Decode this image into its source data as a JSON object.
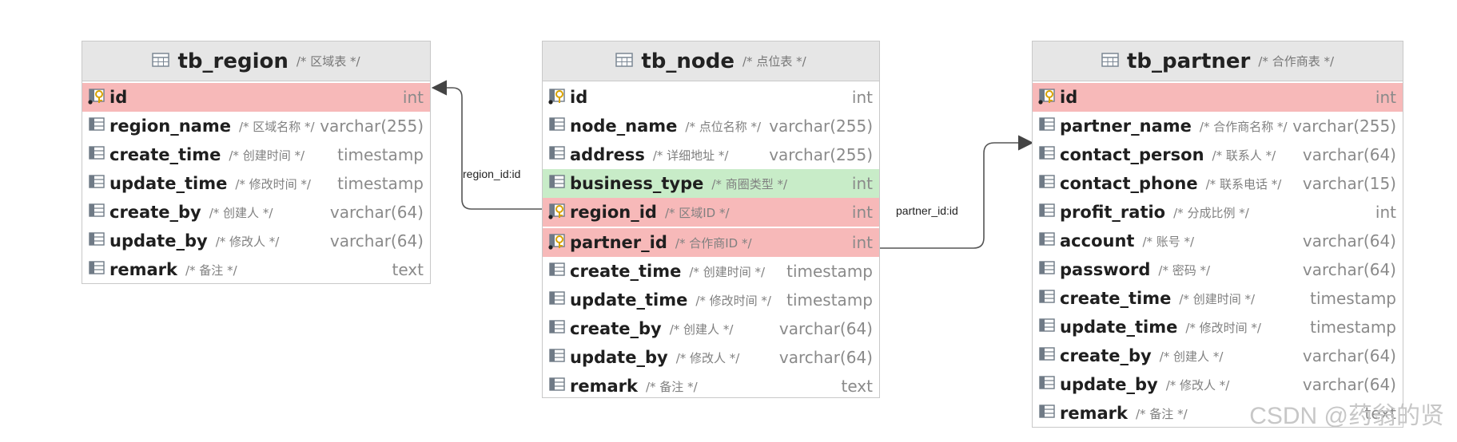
{
  "tables": {
    "region": {
      "name": "tb_region",
      "comment": "/* 区域表 */",
      "columns": [
        {
          "name": "id",
          "comment": "",
          "type": "int",
          "kind": "pk"
        },
        {
          "name": "region_name",
          "comment": "/* 区域名称 */",
          "type": "varchar(255)",
          "kind": "col"
        },
        {
          "name": "create_time",
          "comment": "/* 创建时间 */",
          "type": "timestamp",
          "kind": "col"
        },
        {
          "name": "update_time",
          "comment": "/* 修改时间 */",
          "type": "timestamp",
          "kind": "col"
        },
        {
          "name": "create_by",
          "comment": "/* 创建人 */",
          "type": "varchar(64)",
          "kind": "col"
        },
        {
          "name": "update_by",
          "comment": "/* 修改人 */",
          "type": "varchar(64)",
          "kind": "col"
        },
        {
          "name": "remark",
          "comment": "/* 备注 */",
          "type": "text",
          "kind": "col"
        }
      ]
    },
    "node": {
      "name": "tb_node",
      "comment": "/* 点位表 */",
      "columns": [
        {
          "name": "id",
          "comment": "",
          "type": "int",
          "kind": "pk-plain"
        },
        {
          "name": "node_name",
          "comment": "/* 点位名称 */",
          "type": "varchar(255)",
          "kind": "col"
        },
        {
          "name": "address",
          "comment": "/* 详细地址 */",
          "type": "varchar(255)",
          "kind": "col"
        },
        {
          "name": "business_type",
          "comment": "/* 商圈类型 */",
          "type": "int",
          "kind": "green"
        },
        {
          "name": "region_id",
          "comment": "/* 区域ID */",
          "type": "int",
          "kind": "fk"
        },
        {
          "name": "partner_id",
          "comment": "/* 合作商ID */",
          "type": "int",
          "kind": "fk"
        },
        {
          "name": "create_time",
          "comment": "/* 创建时间 */",
          "type": "timestamp",
          "kind": "col"
        },
        {
          "name": "update_time",
          "comment": "/* 修改时间 */",
          "type": "timestamp",
          "kind": "col"
        },
        {
          "name": "create_by",
          "comment": "/* 创建人 */",
          "type": "varchar(64)",
          "kind": "col"
        },
        {
          "name": "update_by",
          "comment": "/* 修改人 */",
          "type": "varchar(64)",
          "kind": "col"
        },
        {
          "name": "remark",
          "comment": "/* 备注 */",
          "type": "text",
          "kind": "col"
        }
      ]
    },
    "partner": {
      "name": "tb_partner",
      "comment": "/* 合作商表 */",
      "columns": [
        {
          "name": "id",
          "comment": "",
          "type": "int",
          "kind": "pk"
        },
        {
          "name": "partner_name",
          "comment": "/* 合作商名称 */",
          "type": "varchar(255)",
          "kind": "col"
        },
        {
          "name": "contact_person",
          "comment": "/* 联系人 */",
          "type": "varchar(64)",
          "kind": "col"
        },
        {
          "name": "contact_phone",
          "comment": "/* 联系电话 */",
          "type": "varchar(15)",
          "kind": "col"
        },
        {
          "name": "profit_ratio",
          "comment": "/* 分成比例 */",
          "type": "int",
          "kind": "col"
        },
        {
          "name": "account",
          "comment": "/* 账号 */",
          "type": "varchar(64)",
          "kind": "col"
        },
        {
          "name": "password",
          "comment": "/* 密码 */",
          "type": "varchar(64)",
          "kind": "col"
        },
        {
          "name": "create_time",
          "comment": "/* 创建时间 */",
          "type": "timestamp",
          "kind": "col"
        },
        {
          "name": "update_time",
          "comment": "/* 修改时间 */",
          "type": "timestamp",
          "kind": "col"
        },
        {
          "name": "create_by",
          "comment": "/* 创建人 */",
          "type": "varchar(64)",
          "kind": "col"
        },
        {
          "name": "update_by",
          "comment": "/* 修改人 */",
          "type": "varchar(64)",
          "kind": "col"
        },
        {
          "name": "remark",
          "comment": "/* 备注 */",
          "type": "text",
          "kind": "col"
        }
      ]
    }
  },
  "relations": [
    {
      "label": "region_id:id",
      "from": "tb_node.region_id",
      "to": "tb_region.id"
    },
    {
      "label": "partner_id:id",
      "from": "tb_node.partner_id",
      "to": "tb_partner.id"
    }
  ],
  "watermark": "CSDN @药翁的贤",
  "colors": {
    "header_bg": "#e6e6e6",
    "pk_highlight": "#f7b9b9",
    "green_highlight": "#c8ecc8",
    "border": "#c8c8c8",
    "connector": "#555555"
  },
  "icons": {
    "table": "table-icon",
    "primary_key": "key-column-icon",
    "column": "column-icon"
  }
}
